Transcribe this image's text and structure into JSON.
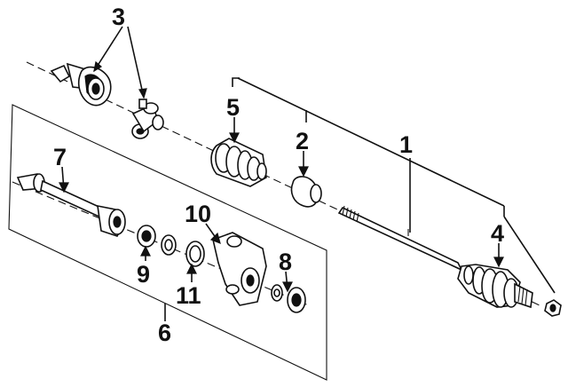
{
  "diagram": {
    "callouts": {
      "c1": "1",
      "c2": "2",
      "c3": "3",
      "c4": "4",
      "c5": "5",
      "c6": "6",
      "c7": "7",
      "c8": "8",
      "c9": "9",
      "c10": "10",
      "c11": "11"
    },
    "parts": [
      "cv-joint-housing",
      "tripod-joint",
      "inner-boot",
      "inner-joint",
      "axle-shaft",
      "outer-boot",
      "outer-cv-joint",
      "axle-nut",
      "intermediate-shaft",
      "seal",
      "bearing",
      "snap-ring",
      "support-bracket",
      "small-seal",
      "bearing-right"
    ]
  }
}
